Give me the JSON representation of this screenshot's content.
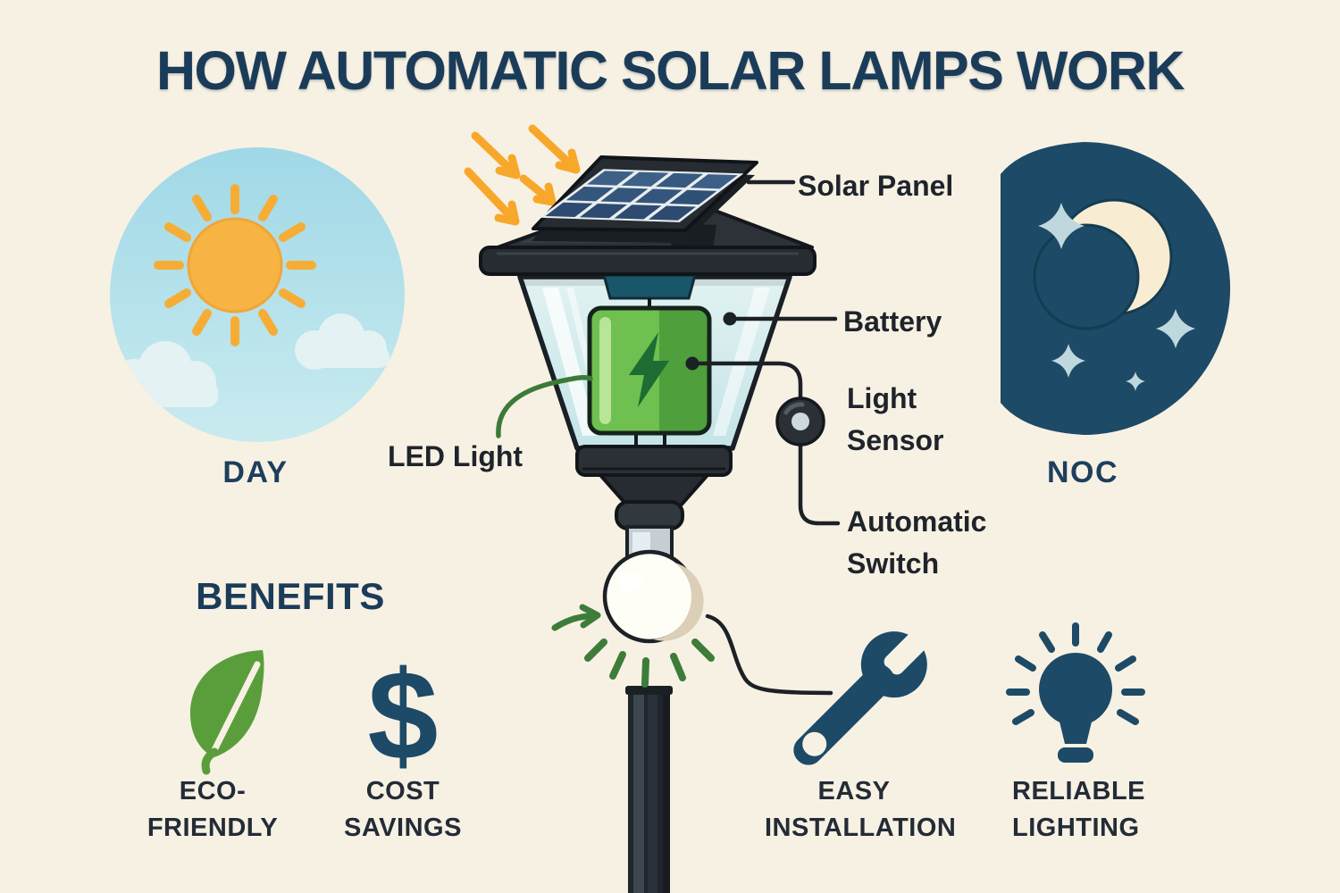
{
  "title": "HOW AUTOMATIC SOLAR LAMPS WORK",
  "day": {
    "label": "DAY",
    "icon": "sun-icon"
  },
  "night": {
    "label": "NOC",
    "icon": "moon-and-stars-icon"
  },
  "diagram_labels": {
    "solar_panel": "Solar Panel",
    "battery": "Battery",
    "light_sensor_line1": "Light",
    "light_sensor_line2": "Sensor",
    "automatic_switch_line1": "Automatic",
    "automatic_switch_line2": "Switch",
    "led_light": "LED Light"
  },
  "benefits": {
    "heading": "BENEFITS",
    "items": [
      {
        "icon": "leaf-icon",
        "line1": "ECO-",
        "line2": "FRIENDLY"
      },
      {
        "icon": "dollar-icon",
        "glyph": "$",
        "line1": "COST",
        "line2": "SAVINGS"
      },
      {
        "icon": "wrench-icon",
        "line1": "EASY",
        "line2": "INSTALLATION"
      },
      {
        "icon": "bulb-icon",
        "line1": "RELIABLE",
        "line2": "LIGHTING"
      }
    ]
  },
  "colors": {
    "background": "#f7f1e4",
    "title_navy": "#1b3c59",
    "icon_navy": "#1d4a66",
    "label_dark": "#1f242a",
    "sky_blue": "#a9dde9",
    "sun_orange": "#f8b442",
    "ray_orange": "#f7a82b",
    "moon_cream": "#f8edd3",
    "star_blue": "#bfd8de",
    "glass_cyan": "#d4ebec",
    "lamp_dark": "#262c31",
    "battery_green_light": "#6fc050",
    "battery_green_dark": "#4f9f3d",
    "accent_green": "#3e7c39",
    "leaf_green": "#5a9e3c"
  }
}
